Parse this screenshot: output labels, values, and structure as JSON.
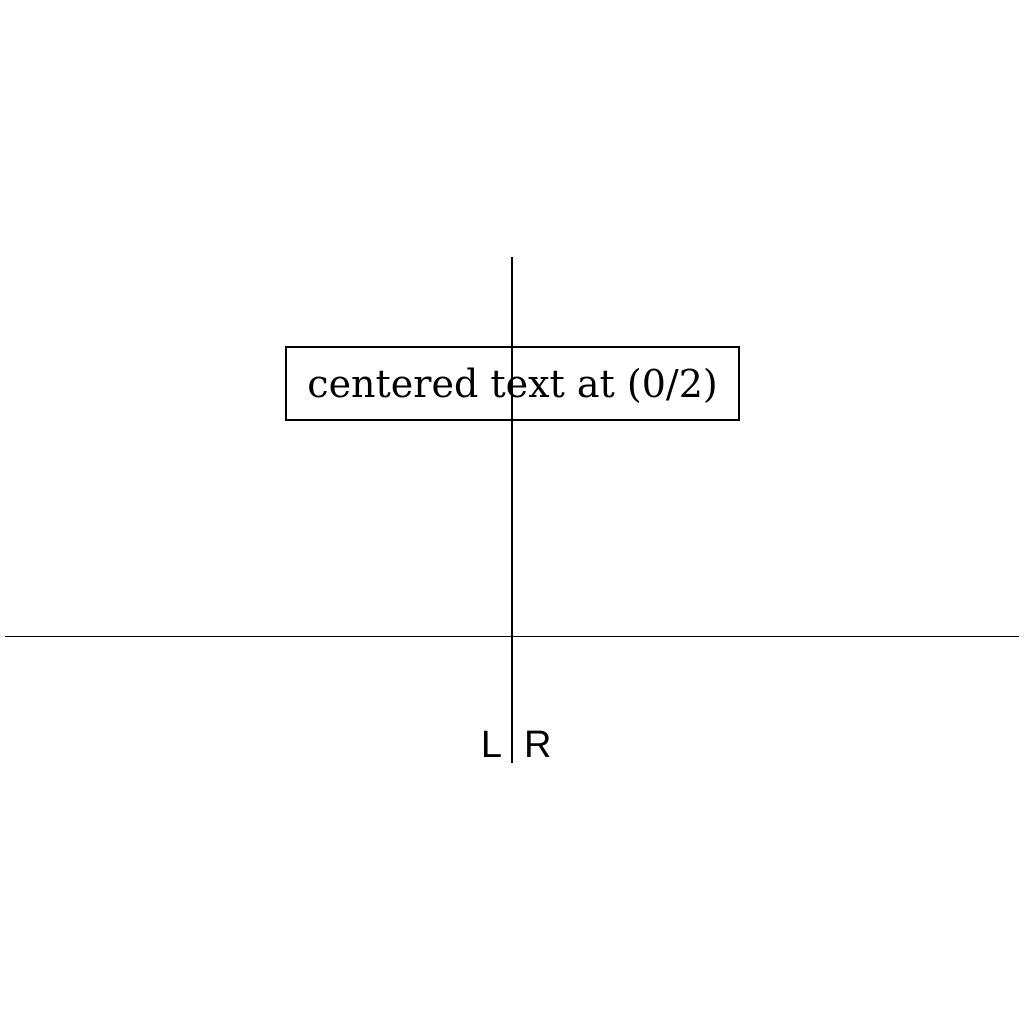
{
  "diagram": {
    "box_text": "centered text at (0/2)",
    "left_label": "L",
    "right_label": "R"
  }
}
